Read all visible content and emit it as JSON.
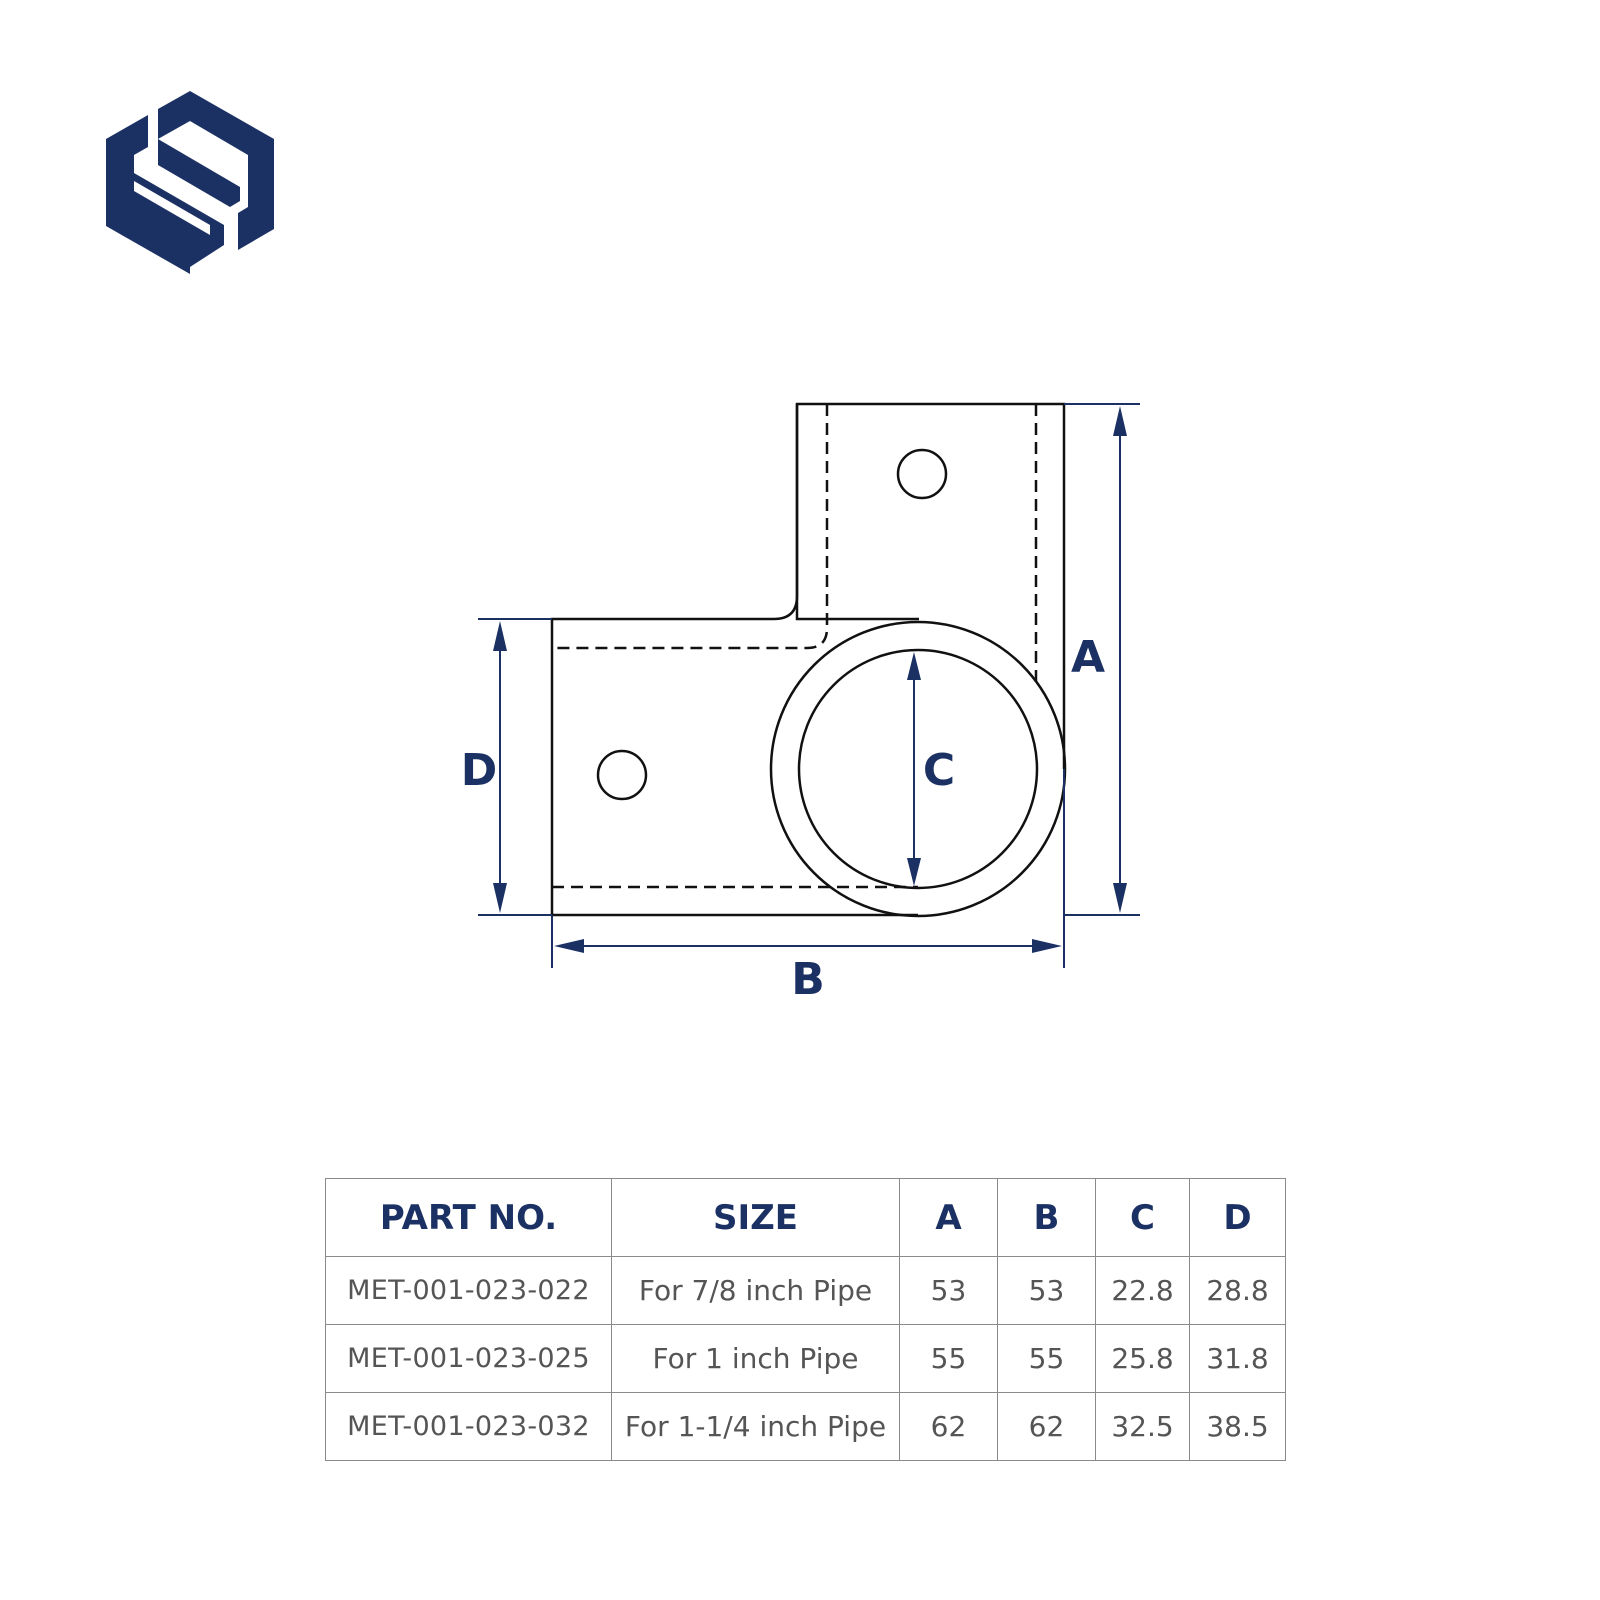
{
  "colors": {
    "brand_navy": "#1b3163",
    "outline": "#111111",
    "table_border": "#8a8a8a",
    "table_text": "#555555"
  },
  "logo": {
    "icon": "hexagon-s-logo-icon"
  },
  "diagram": {
    "labels": {
      "a": "A",
      "b": "B",
      "c": "C",
      "d": "D"
    }
  },
  "table": {
    "headers": {
      "part_no": "PART NO.",
      "size": "SIZE",
      "a": "A",
      "b": "B",
      "c": "C",
      "d": "D"
    },
    "rows": [
      {
        "part_no": "MET-001-023-022",
        "size": "For 7/8 inch Pipe",
        "a": "53",
        "b": "53",
        "c": "22.8",
        "d": "28.8"
      },
      {
        "part_no": "MET-001-023-025",
        "size": "For 1 inch Pipe",
        "a": "55",
        "b": "55",
        "c": "25.8",
        "d": "31.8"
      },
      {
        "part_no": "MET-001-023-032",
        "size": "For 1-1/4 inch Pipe",
        "a": "62",
        "b": "62",
        "c": "32.5",
        "d": "38.5"
      }
    ]
  }
}
